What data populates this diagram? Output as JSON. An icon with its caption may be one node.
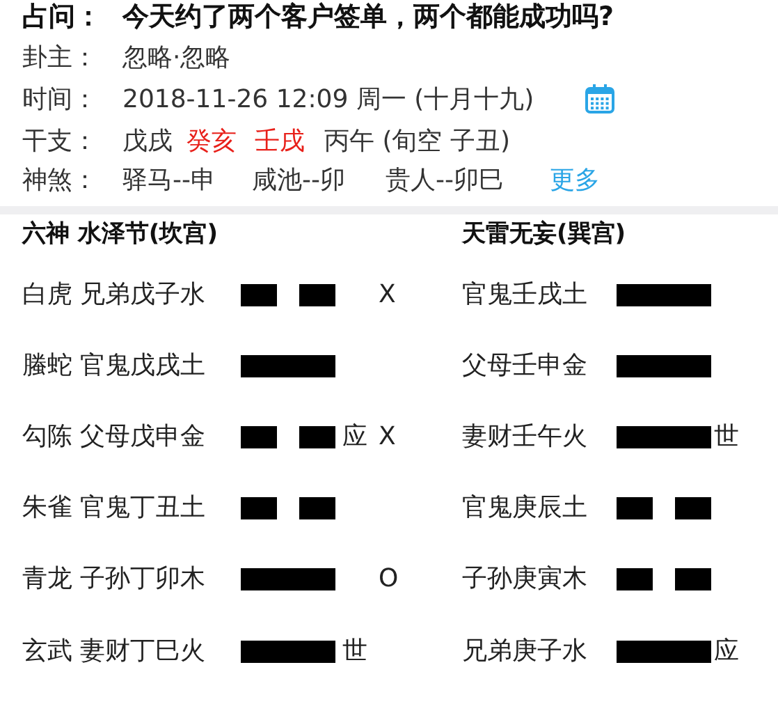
{
  "diagram": {
    "labels": [
      "占问：",
      "今天约了两个客户签单，两个都能成功吗?",
      "卦主：",
      "忽略·忽略",
      "时间：",
      "2018-11-26 12:09 周一 (十月十九)",
      "干支：",
      "戊戌",
      "癸亥",
      "壬戌",
      "丙午 (旬空 子丑)",
      "神煞：",
      "驿马--申",
      "咸池--卯",
      "贵人--卯巳",
      "更多",
      "六神 水泽节(坎宫)",
      "天雷无妄(巽宫)",
      "白虎 兄弟戊子水",
      "X",
      "官鬼壬戌土",
      "螣蛇 官鬼戊戌土",
      "父母壬申金",
      "勾陈 父母戊申金",
      "应",
      "X",
      "妻财壬午火",
      "世",
      "朱雀 官鬼丁丑土",
      "官鬼庚辰土",
      "青龙 子孙丁卯木",
      "O",
      "子孙庚寅木",
      "玄武 妻财丁巳火",
      "世",
      "兄弟庚子水",
      "应"
    ]
  }
}
